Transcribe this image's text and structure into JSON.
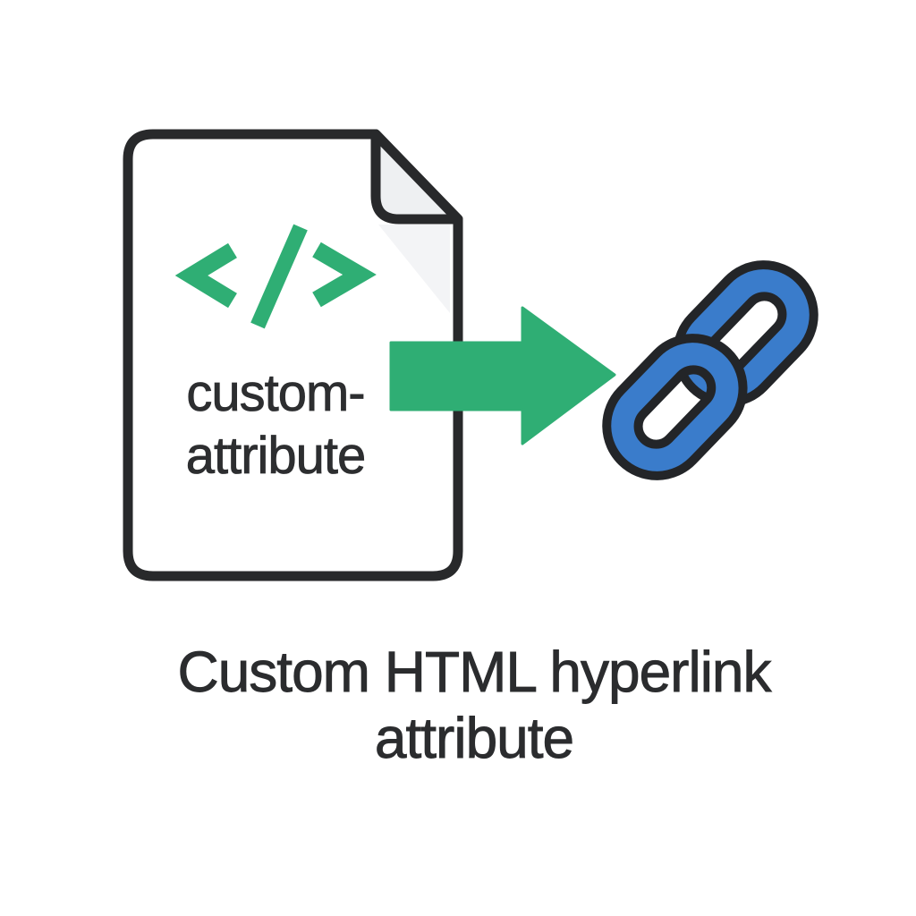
{
  "illustration": {
    "document": {
      "code_symbol": "</>",
      "text_line1": "custom-",
      "text_line2": "attribute"
    },
    "arrow": {
      "direction": "right"
    },
    "link": {
      "icon": "chain-link"
    }
  },
  "caption": {
    "line1": "Custom HTML hyperlink",
    "line2": "attribute",
    "full_text": "Custom HTML hyperlink attribute"
  },
  "colors": {
    "green": "#2fae74",
    "blue": "#3a7ccb",
    "outline": "#28292b",
    "document_text": "#2d2e30",
    "caption_text": "#2b2c2e",
    "fold_fill": "#eef0f2",
    "background": "#ffffff"
  }
}
